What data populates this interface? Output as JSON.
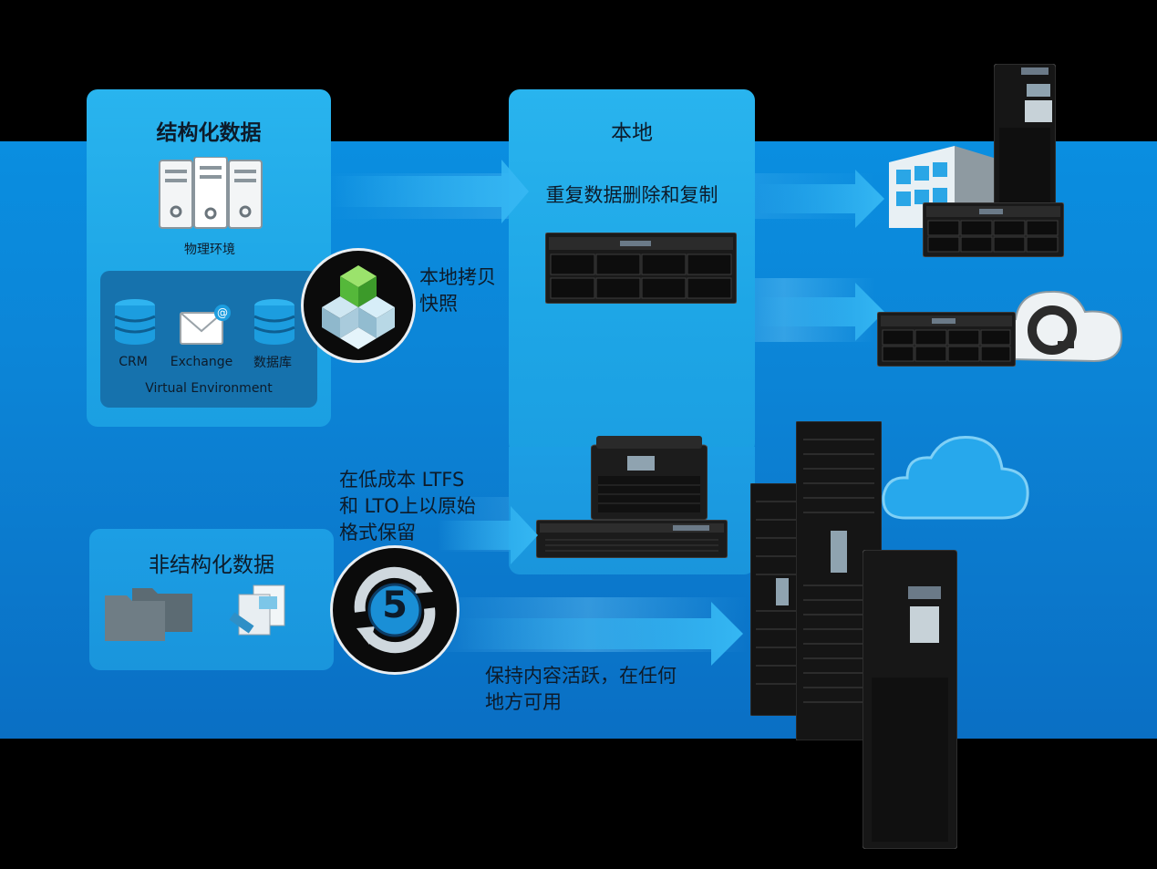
{
  "structured": {
    "title": "结构化数据",
    "physical_label": "物理环境",
    "virtual": {
      "label": "Virtual Environment",
      "items": [
        {
          "label": "CRM"
        },
        {
          "label": "Exchange"
        },
        {
          "label": "数据库"
        }
      ]
    }
  },
  "local_copy": {
    "line1": "本地拷贝",
    "line2": "快照"
  },
  "local": {
    "title": "本地",
    "dedupe_label": "重复数据删除和复制"
  },
  "ltfs": {
    "line1": "在低成本 LTFS",
    "line2": "和 LTO上以原始",
    "line3": "格式保留"
  },
  "unstructured": {
    "title": "非结构化数据"
  },
  "active": {
    "line1": "保持内容活跃，在任何",
    "line2": "地方可用"
  },
  "badge5": {
    "text": "5"
  },
  "colors": {
    "band": "#0c84d6",
    "panel": "#1ea6e6",
    "venv": "#1672ad",
    "text": "#0d1b2a"
  },
  "icons": [
    "server-rack-icon",
    "database-icon",
    "email-icon",
    "cube-icon",
    "folder-icon",
    "file-icon",
    "cloud-icon",
    "building-icon",
    "arrow-right-icon"
  ]
}
